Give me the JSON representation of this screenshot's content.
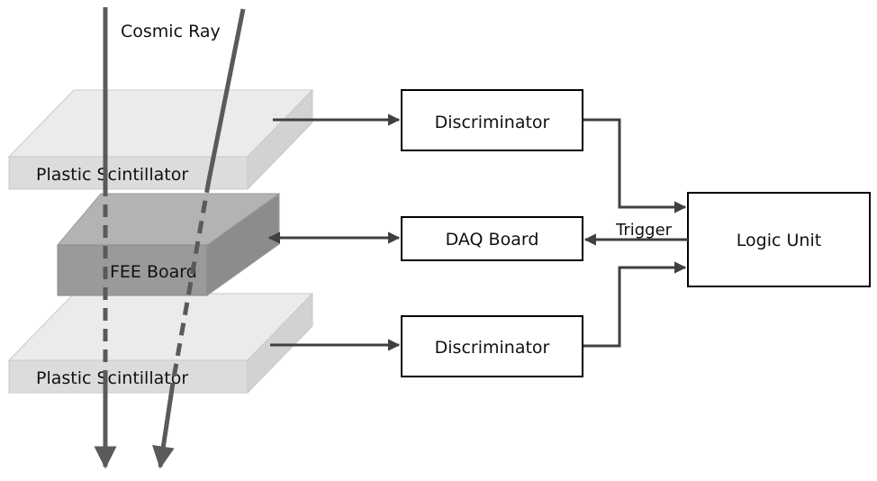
{
  "labels": {
    "cosmic_ray": "Cosmic Ray",
    "scintillator_top": "Plastic Scintillator",
    "scintillator_bottom": "Plastic Scintillator",
    "fee_board": "FEE Board",
    "discriminator_top": "Discriminator",
    "daq_board": "DAQ Board",
    "discriminator_bottom": "Discriminator",
    "logic_unit": "Logic Unit",
    "trigger": "Trigger"
  },
  "colors": {
    "scintillator_front": "#dcdcdc",
    "scintillator_top": "#ebebeb",
    "scintillator_side": "#d2d2d2",
    "fee_front": "#9a9a9a",
    "fee_top": "#b3b3b3",
    "fee_side": "#8c8c8c",
    "ray": "#5a5a5a",
    "arrow": "#404040",
    "box_stroke": "#000000"
  }
}
